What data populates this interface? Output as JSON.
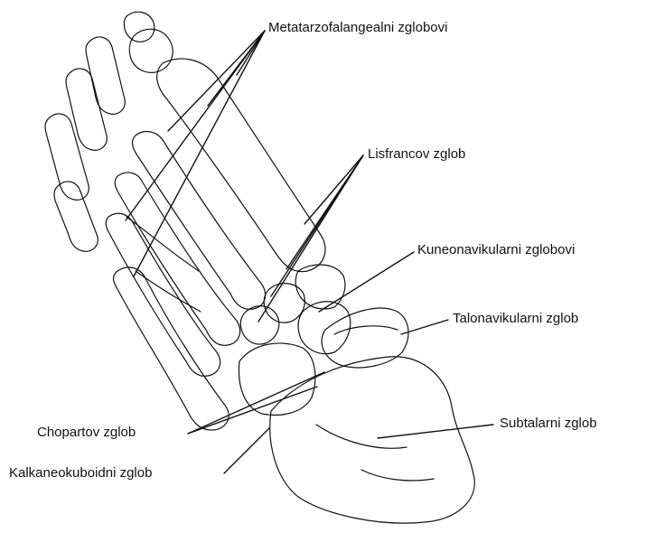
{
  "labels": {
    "metatarsophalangeal": "Metatarzofalangealni zglobovi",
    "lisfranc": "Lisfrancov zglob",
    "cuneonavicular": "Kuneonavikularni zglobovi",
    "talonavicular": "Talonavikularni zglob",
    "subtalar": "Subtalarni zglob",
    "chopart": "Chopartov zglob",
    "calcaneocuboid": "Kalkaneokuboidni zglob"
  },
  "colors": {
    "ink": "#111111",
    "background": "#ffffff"
  }
}
